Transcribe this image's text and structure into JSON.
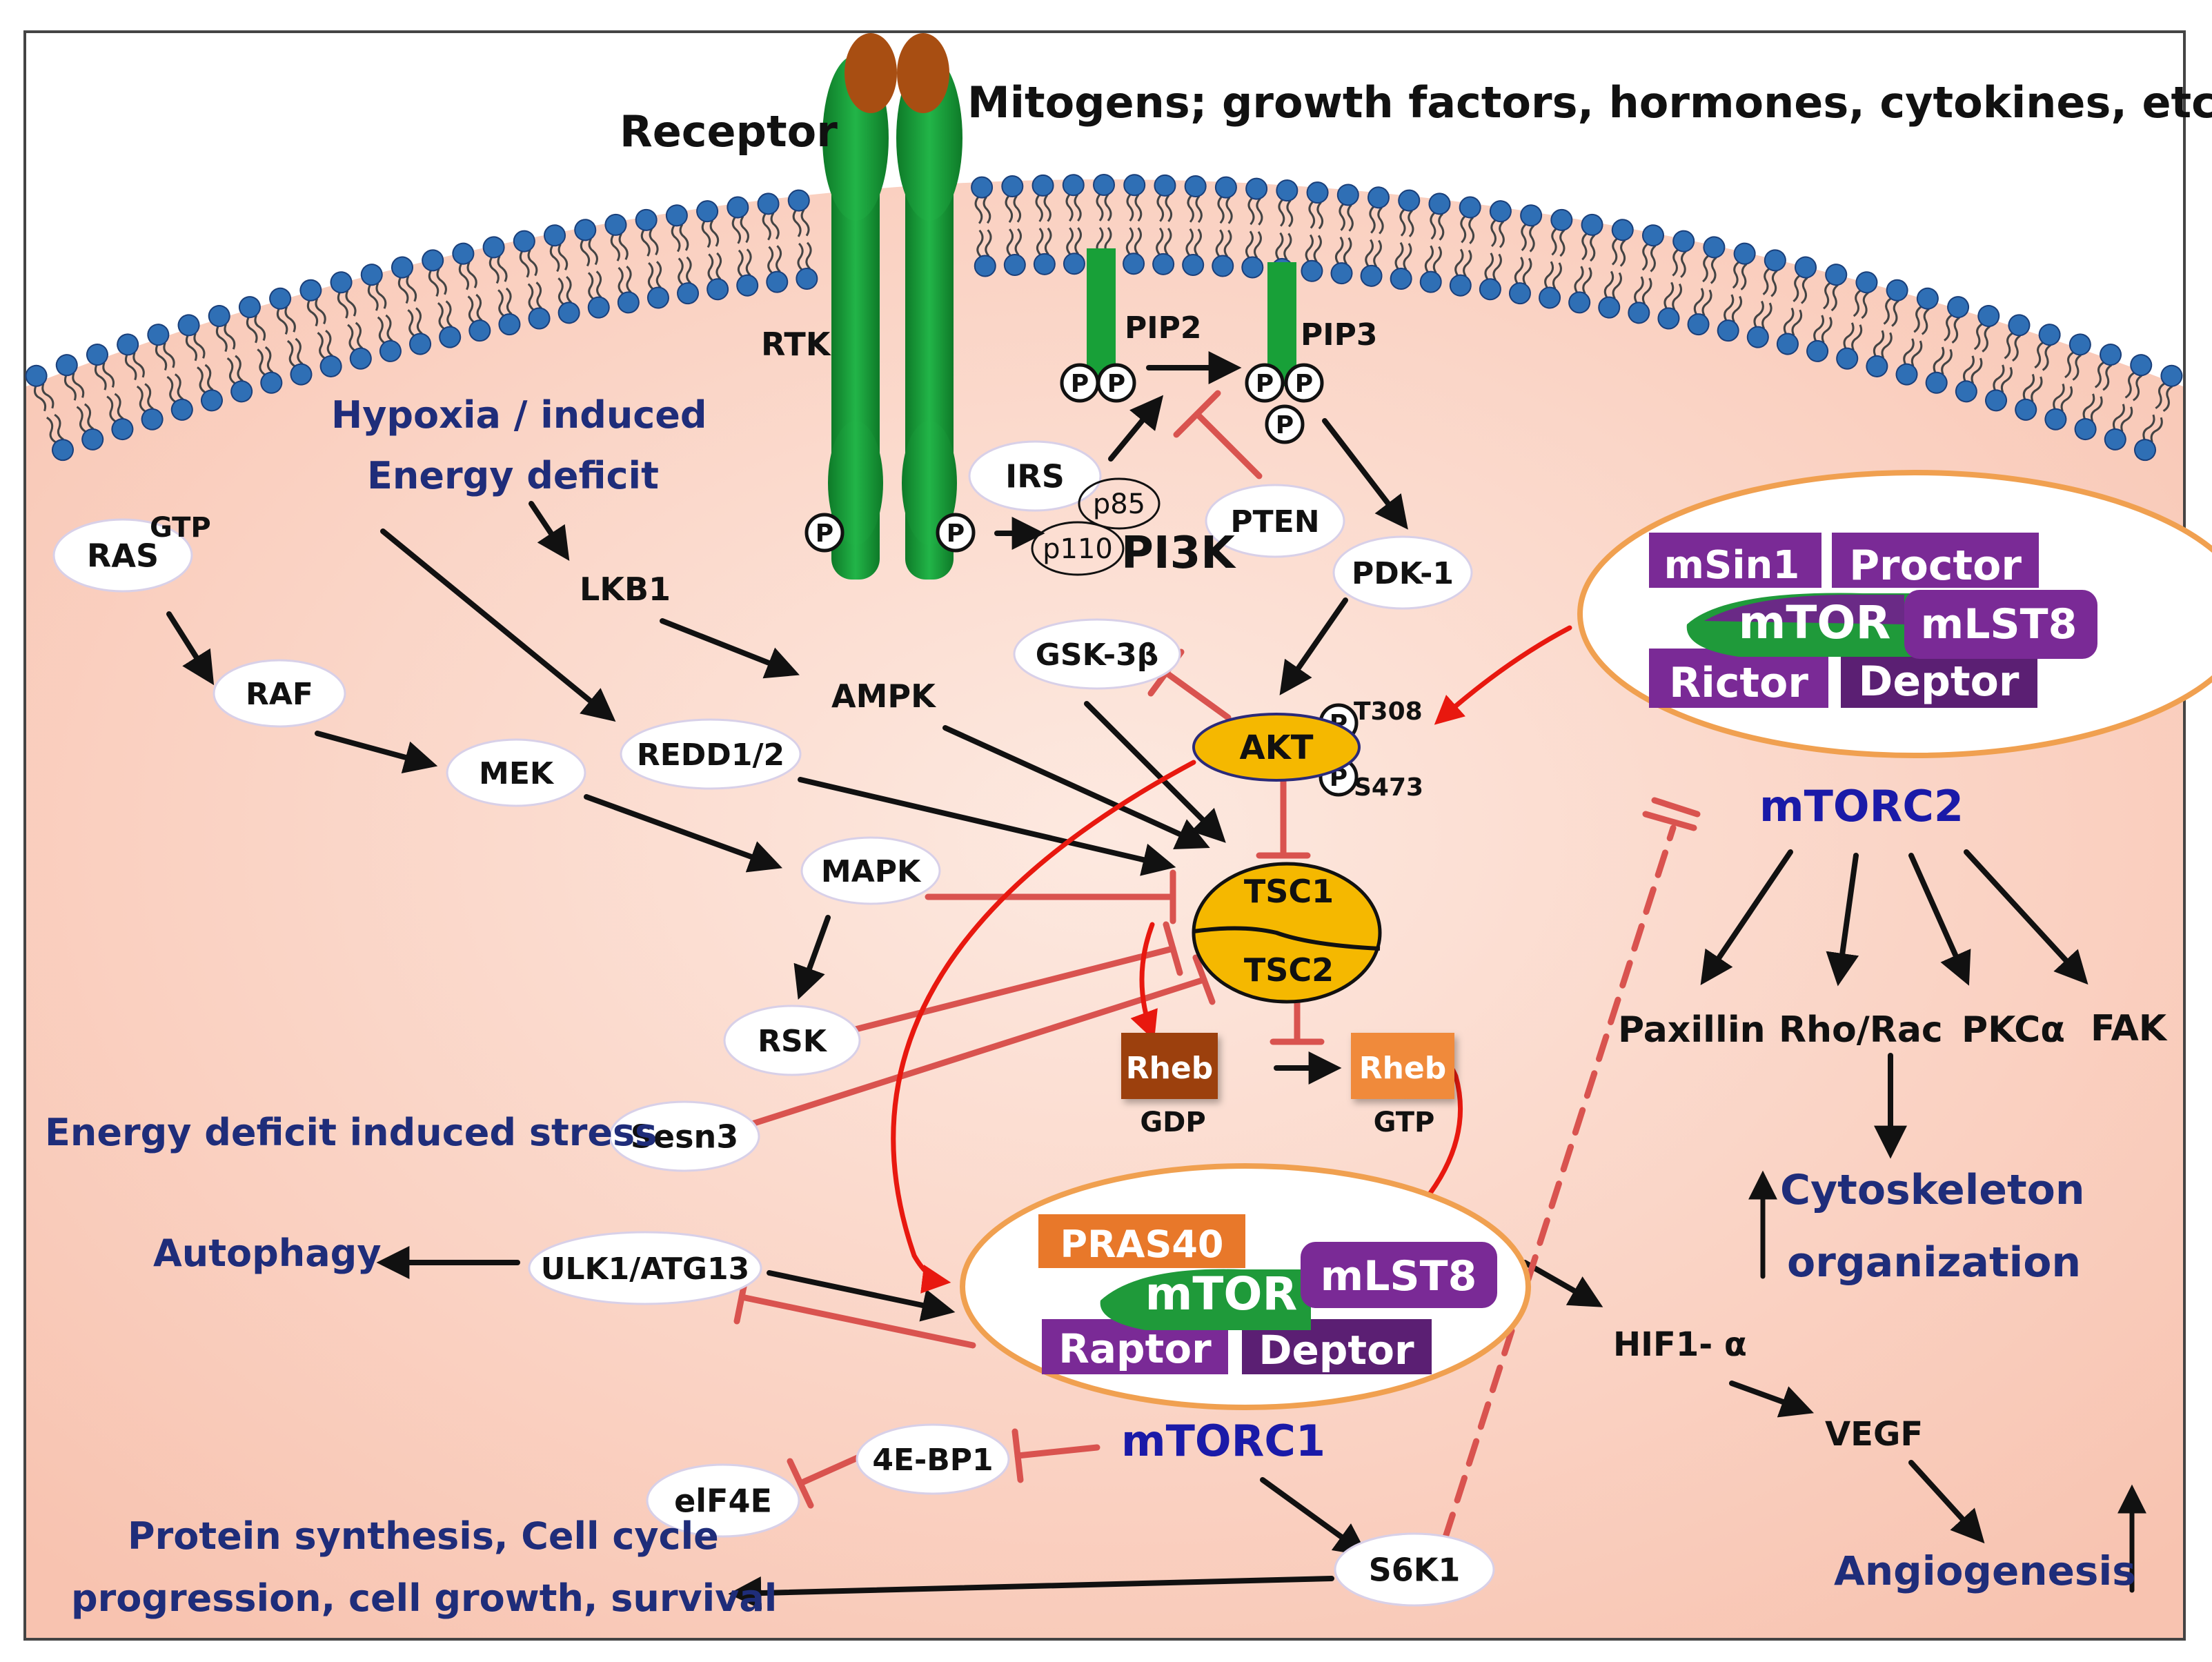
{
  "labels": {
    "receptor": "Receptor",
    "mitogens": "Mitogens; growth factors,  hormones, cytokines, etc.",
    "rtk": "RTK",
    "pip2": "PIP2",
    "pip3": "PIP3",
    "irs": "IRS",
    "p85": "p85",
    "p110": "p110",
    "pi3k": "PI3K",
    "pten": "PTEN",
    "pdk1": "PDK-1",
    "gsk3b": "GSK-3β",
    "akt": "AKT",
    "t308": "T308",
    "s473": "S473",
    "p": "P",
    "hypoxia_line1": "Hypoxia / induced",
    "hypoxia_line2": "Energy deficit",
    "lkb1": "LKB1",
    "ampk": "AMPK",
    "ras": "RAS",
    "gtp_sup": "GTP",
    "raf": "RAF",
    "mek": "MEK",
    "redd": "REDD1/2",
    "mapk": "MAPK",
    "rsk": "RSK",
    "tsc1": "TSC1",
    "tsc2": "TSC2",
    "rheb": "Rheb",
    "gdp": "GDP",
    "gtp": "GTP",
    "energy_stress": "Energy deficit induced stress",
    "sesn3": "Sesn3",
    "autophagy": "Autophagy",
    "ulk1": "ULK1/ATG13",
    "mtorc1": "mTORC1",
    "mtorc2": "mTORC2",
    "pras40": "PRAS40",
    "mtor": "mTOR",
    "mlst8": "mLST8",
    "raptor": "Raptor",
    "deptor": "Deptor",
    "msin1": "mSin1",
    "proctor": "Proctor",
    "rictor": "Rictor",
    "paxillin": "Paxillin",
    "rhorac": "Rho/Rac",
    "pkca": "PKCα",
    "fak": "FAK",
    "cyto_line1": "Cytoskeleton",
    "cyto_line2": "organization",
    "hif1a": "HIF1- α",
    "vegf": "VEGF",
    "angiogenesis": "Angiogenesis",
    "fourebp1": "4E-BP1",
    "eif4e": "elF4E",
    "s6k1": "S6K1",
    "protein_line1": "Protein synthesis, Cell cycle",
    "protein_line2": "progression,  cell growth, survival"
  },
  "colors": {
    "cytoplasm": "#f9c8b8",
    "cytoplasm_light": "#fde6dc",
    "lipid_head": "#2f6fb5",
    "receptor": "#18a038",
    "ligand": "#a84e12",
    "akt_fill": "#f5b800",
    "complex_border": "#f0a050",
    "purple": "#7a2a96",
    "purple_dark": "#5b1f73",
    "mtor_green": "#1f9a3a",
    "orange": "#e8782a",
    "rheb_gdp": "#9c3f0a",
    "inhibit": "#d9534f",
    "activate_red": "#e8180f",
    "navy": "#1f2d7a"
  }
}
